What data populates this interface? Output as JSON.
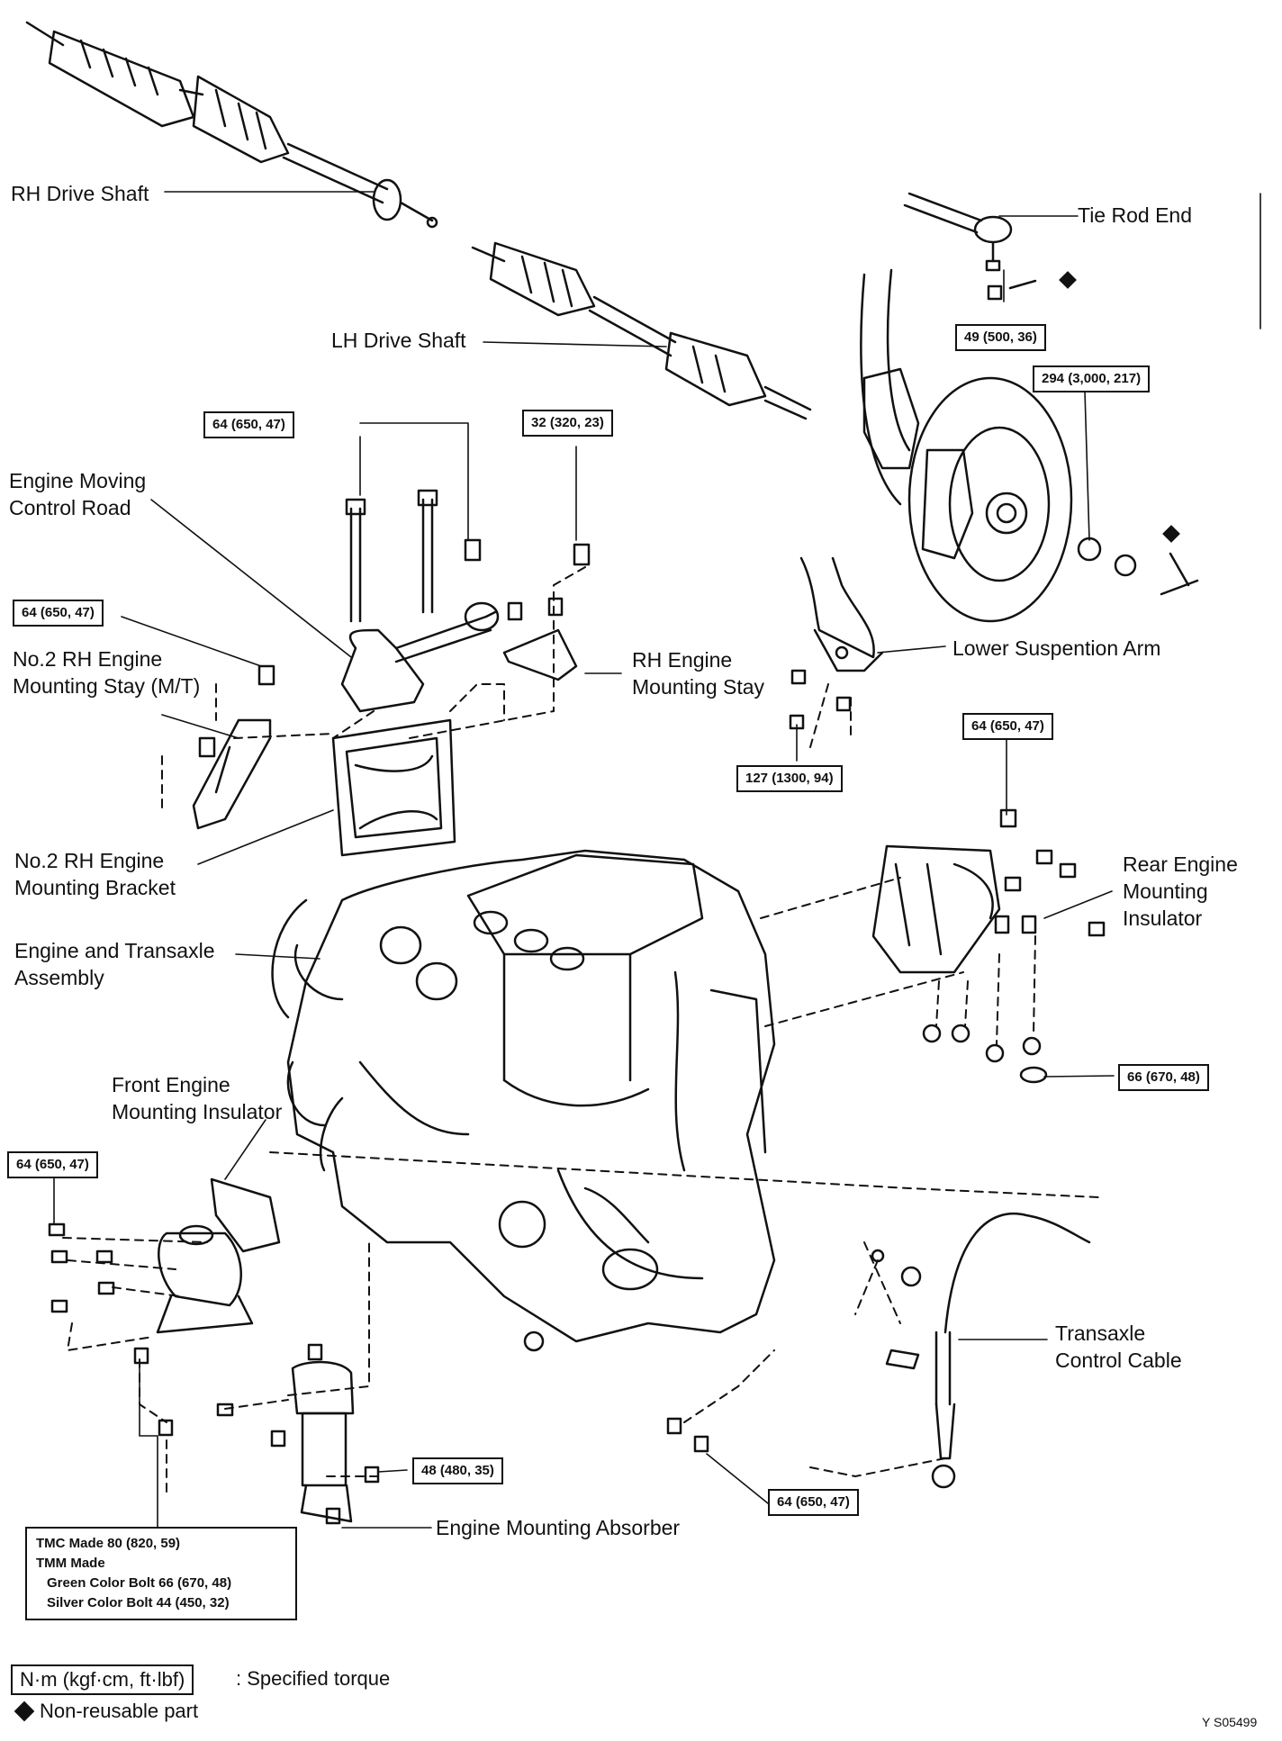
{
  "labels": {
    "rh_drive_shaft": "RH Drive Shaft",
    "lh_drive_shaft": "LH Drive Shaft",
    "tie_rod_end": "Tie Rod End",
    "engine_moving_control_road_1": "Engine Moving",
    "engine_moving_control_road_2": "Control Road",
    "no2_rh_engine_mounting_stay_1": "No.2 RH Engine",
    "no2_rh_engine_mounting_stay_2": "Mounting Stay (M/T)",
    "rh_engine_mounting_stay_1": "RH Engine",
    "rh_engine_mounting_stay_2": "Mounting Stay",
    "lower_suspension_arm": "Lower Suspention Arm",
    "no2_rh_engine_mounting_bracket_1": "No.2 RH Engine",
    "no2_rh_engine_mounting_bracket_2": "Mounting Bracket",
    "rear_engine_mounting_insulator_1": "Rear Engine",
    "rear_engine_mounting_insulator_2": "Mounting",
    "rear_engine_mounting_insulator_3": "Insulator",
    "engine_transaxle_assembly_1": "Engine and Transaxle",
    "engine_transaxle_assembly_2": "Assembly",
    "front_engine_mounting_insulator_1": "Front Engine",
    "front_engine_mounting_insulator_2": "Mounting Insulator",
    "transaxle_control_cable_1": "Transaxle",
    "transaxle_control_cable_2": "Control Cable",
    "engine_mounting_absorber": "Engine Mounting Absorber"
  },
  "torques": {
    "tie_rod_nut": "49 (500, 36)",
    "hub_nut": "294 (3,000, 217)",
    "control_rod_bolts": "64 (650, 47)",
    "rh_stay_bolt": "32 (320, 23)",
    "no2_stay_bolt": "64 (650, 47)",
    "suspension_arm_bolts": "127 (1300, 94)",
    "rear_insulator_top": "64 (650, 47)",
    "rear_insulator_nuts": "66 (670, 48)",
    "front_insulator_bolts": "64 (650, 47)",
    "absorber_bolt": "48 (480, 35)",
    "transaxle_bolts": "64 (650, 47)"
  },
  "note": {
    "line1": "TMC Made  80 (820, 59)",
    "line2": "TMM Made",
    "line3": "Green Color Bolt  66 (670, 48)",
    "line4": "Silver Color Bolt  44 (450, 32)"
  },
  "legend": {
    "torque_unit": "N·m (kgf·cm, ft·lbf)",
    "torque_desc": ": Specified torque",
    "nonreusable": "Non-reusable part"
  },
  "figure_code": "Y   S05499"
}
